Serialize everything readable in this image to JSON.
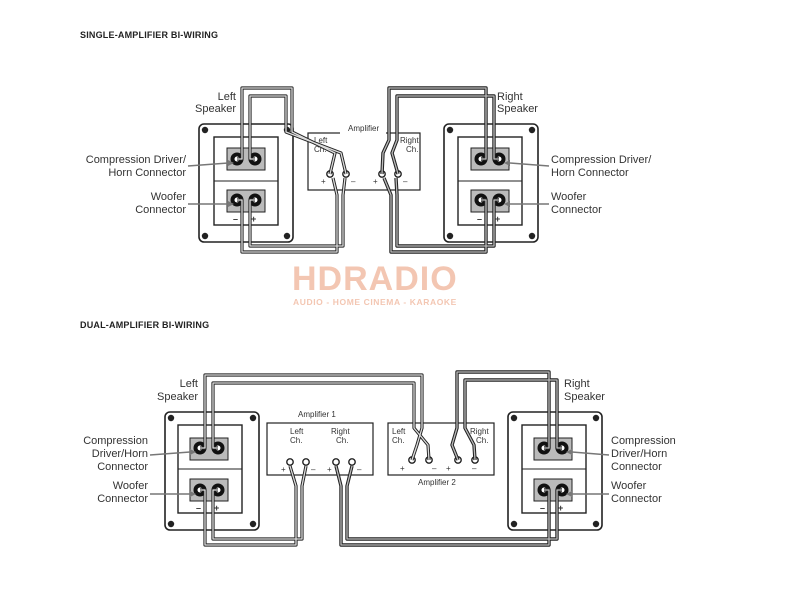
{
  "sections": {
    "single": {
      "title": "SINGLE-AMPLIFIER BI-WIRING",
      "left_speaker": [
        "Left",
        "Speaker"
      ],
      "right_speaker": [
        "Right",
        "Speaker"
      ],
      "left_comp": [
        "Compression Driver/",
        "Horn Connector"
      ],
      "left_woofer": [
        "Woofer",
        "Connector"
      ],
      "right_comp": [
        "Compression Driver/",
        "Horn Connector"
      ],
      "right_woofer": [
        "Woofer",
        "Connector"
      ],
      "amplifier": "Amplifier",
      "amp_left_ch": [
        "Left",
        "Ch."
      ],
      "amp_right_ch": [
        "Right",
        "Ch."
      ]
    },
    "dual": {
      "title": "DUAL-AMPLIFIER BI-WIRING",
      "left_speaker": [
        "Left",
        "Speaker"
      ],
      "right_speaker": [
        "Right",
        "Speaker"
      ],
      "left_comp": [
        "Compression",
        "Driver/Horn",
        "Connector"
      ],
      "left_woofer": [
        "Woofer",
        "Connector"
      ],
      "right_comp": [
        "Compression",
        "Driver/Horn",
        "Connector"
      ],
      "right_woofer": [
        "Woofer",
        "Connector"
      ],
      "amplifier1": "Amplifier 1",
      "amplifier2": "Amplifier 2",
      "amp_left_ch": [
        "Left",
        "Ch."
      ],
      "amp_right_ch": [
        "Right",
        "Ch."
      ]
    }
  },
  "symbols": {
    "plus": "+",
    "minus": "–"
  },
  "watermark": {
    "logo": "HDRADIO",
    "tagline": "AUDIO - HOME CINEMA - KARAOKE"
  }
}
